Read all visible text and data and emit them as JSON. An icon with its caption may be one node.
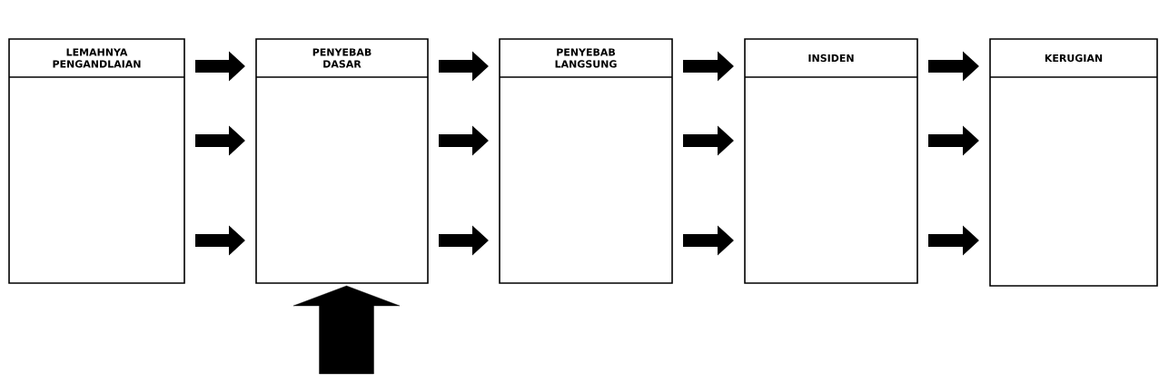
{
  "diagram": {
    "nodes": [
      {
        "text": [
          "LEMAHNYA PENGANDLAIAN"
        ]
      },
      {
        "text": [
          "PENYEBAB DASAR"
        ]
      },
      {
        "text": [
          "PENYEBAB LANGSUNG"
        ]
      },
      {
        "text": [
          "INSIDEN"
        ]
      },
      {
        "text": [
          "KERUGIAN"
        ]
      }
    ],
    "edges": [
      {
        "from": 0,
        "to": 1,
        "arrow": "to"
      },
      {
        "from": 0,
        "to": 1,
        "arrow": "to"
      },
      {
        "from": 0,
        "to": 1,
        "arrow": "to"
      },
      {
        "from": 1,
        "to": 2,
        "arrow": "to"
      },
      {
        "from": 1,
        "to": 2,
        "arrow": "to"
      },
      {
        "from": 1,
        "to": 2,
        "arrow": "to"
      },
      {
        "from": 2,
        "to": 3,
        "arrow": "to"
      },
      {
        "from": 2,
        "to": 3,
        "arrow": "to"
      },
      {
        "from": 2,
        "to": 3,
        "arrow": "to"
      },
      {
        "from": 3,
        "to": 4,
        "arrow": "to"
      },
      {
        "from": 3,
        "to": 4,
        "arrow": "to"
      },
      {
        "from": 3,
        "to": 4,
        "arrow": "to"
      },
      {
        "from": null,
        "to": 1,
        "arrow": "to",
        "style": "thick"
      }
    ]
  }
}
